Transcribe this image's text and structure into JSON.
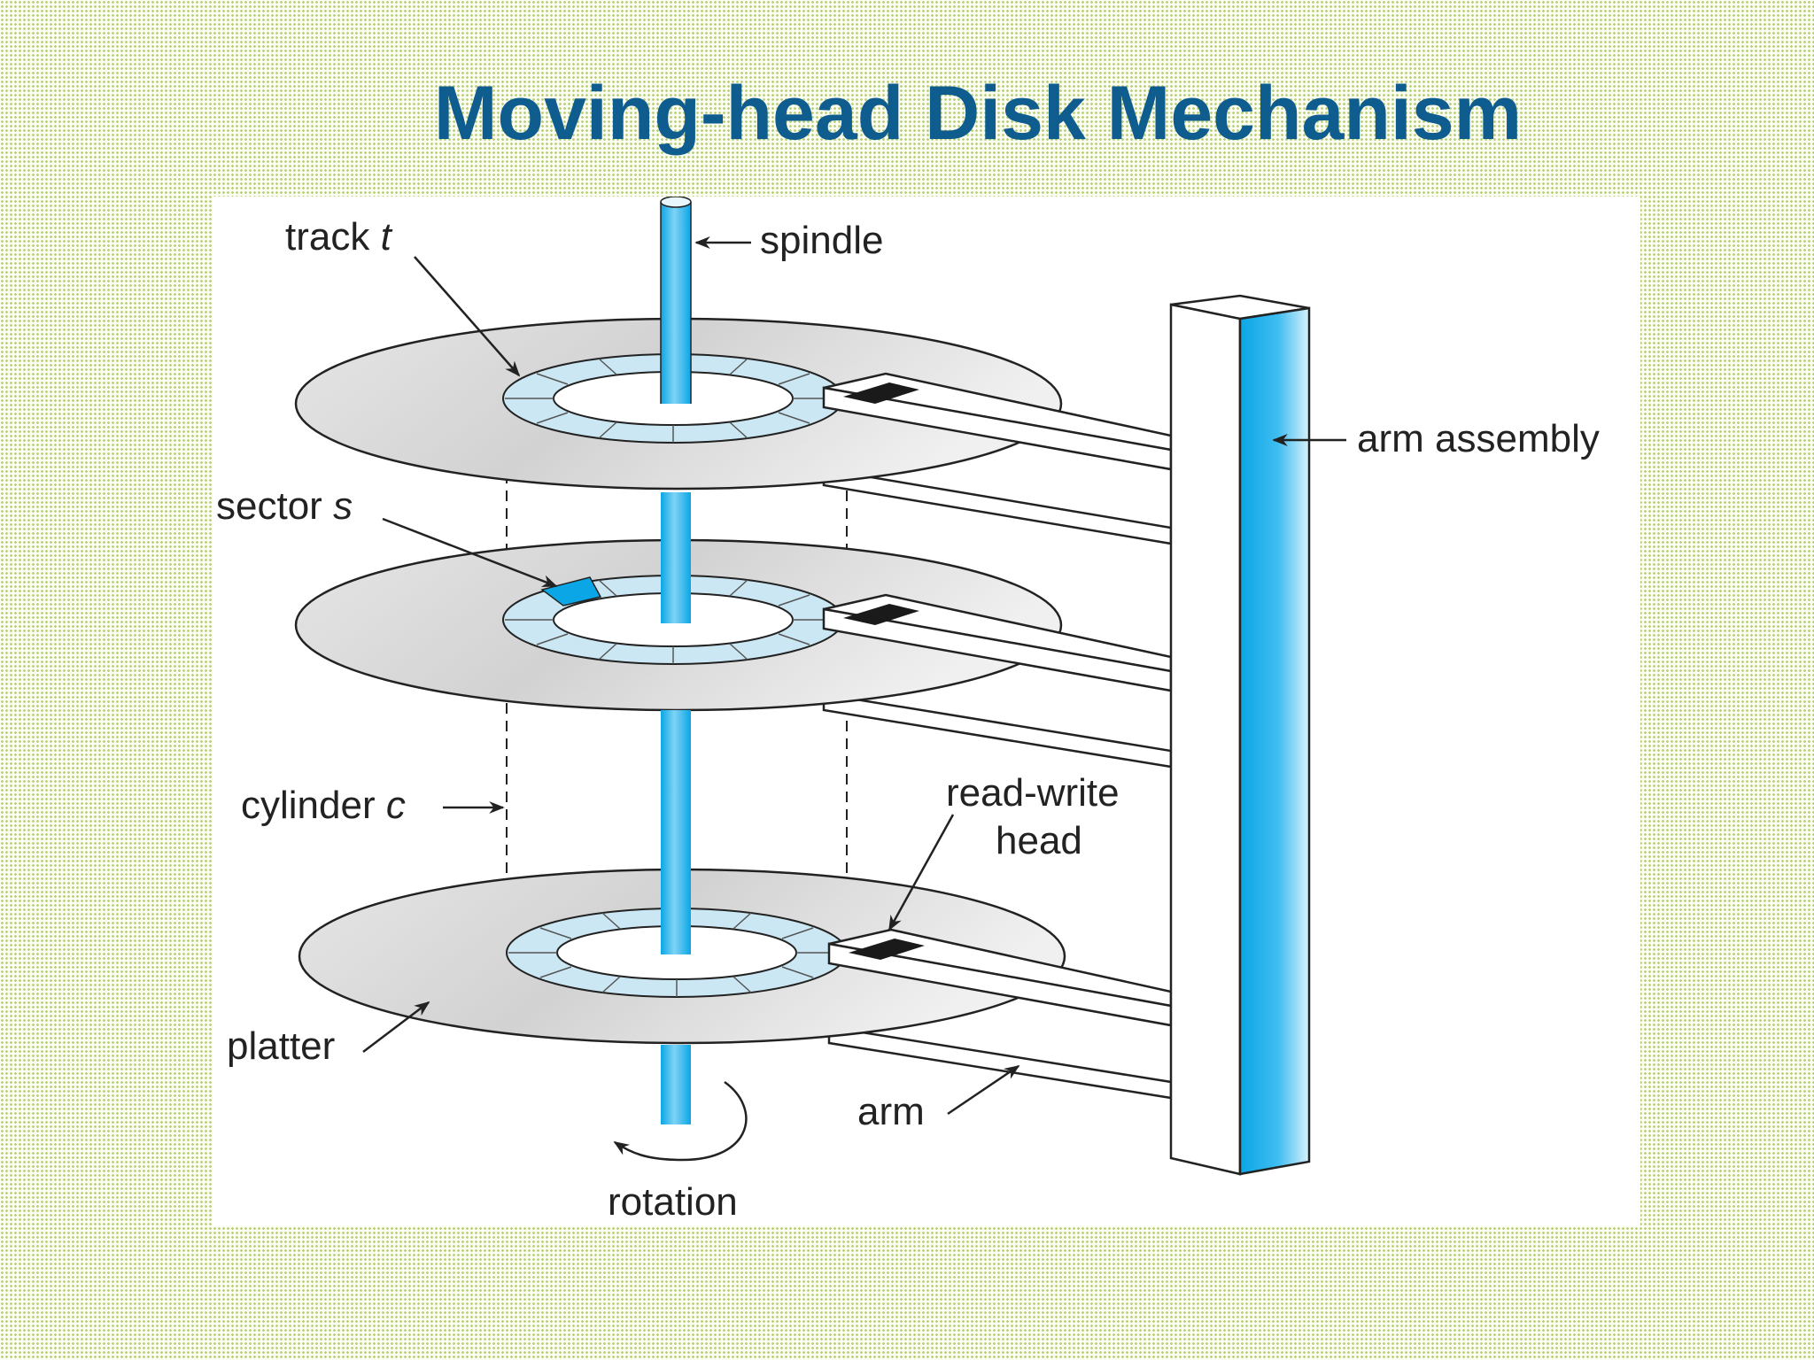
{
  "title": "Moving-head Disk Mechanism",
  "diagram": {
    "labels": {
      "track": "track",
      "track_var": "t",
      "spindle": "spindle",
      "arm_assembly": "arm assembly",
      "sector": "sector",
      "sector_var": "s",
      "cylinder": "cylinder",
      "cylinder_var": "c",
      "read_write_line1": "read-write",
      "read_write_line2": "head",
      "platter": "platter",
      "arm": "arm",
      "rotation": "rotation"
    },
    "colors": {
      "accent_blue": "#0aa6e6",
      "track_fill": "#cbe7f3",
      "platter_fill": "#dcdcdc",
      "head_fill": "#1a1a1a",
      "title_color": "#0e5d8e"
    }
  }
}
